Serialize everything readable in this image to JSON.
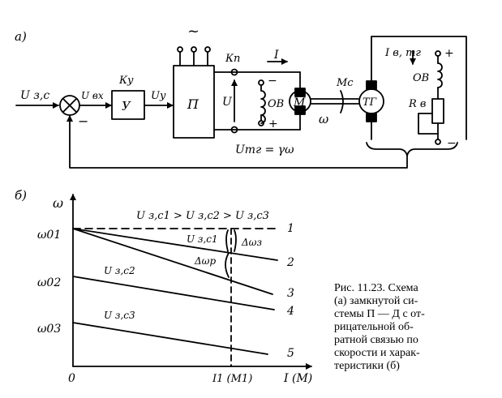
{
  "figure": {
    "panel_a_label": "а)",
    "panel_b_label": "б)",
    "caption_lines": [
      "Рис. 11.23. Схема",
      "(а) замкнутой си-",
      "стемы П — Д с от-",
      "рицательной об-",
      "ратной связью по",
      "скорости и харак-",
      "теристики (б)"
    ]
  },
  "diagram": {
    "input_label": "U з,с",
    "error_label": "U вх",
    "minus_sign": "−",
    "amplifier_gain": "Ку",
    "amplifier_block": "У",
    "amplifier_output": "Uу",
    "converter_block": "П",
    "ac_supply": "~",
    "converter_switch": "Кп",
    "current_label": "I",
    "voltage_label": "U",
    "motor_field": "ОВ",
    "motor_field_minus": "−",
    "motor_field_plus": "+",
    "motor": "М",
    "load_torque": "Мс",
    "speed_label": "ω",
    "tacho": "ТГ",
    "tacho_field_current": "I в, тг",
    "tacho_field": "ОВ",
    "tacho_field_plus": "+",
    "tacho_field_minus": "−",
    "tacho_rheostat": "R в",
    "feedback_voltage": "Uтг = γω"
  },
  "chart_data": {
    "type": "line",
    "y_axis_label": "ω",
    "x_axis_label": "I (M)",
    "origin_label": "0",
    "y_ticks": [
      "ω01",
      "ω02",
      "ω03"
    ],
    "x_marker_label": "I1 (M1)",
    "relation_label": "U з,с1 > U з,с2 > U з,с3",
    "delta_labels": [
      "Δωз",
      "Δωр"
    ],
    "series": [
      {
        "name": "1",
        "label": "",
        "start_level": "ω01",
        "slope": 0
      },
      {
        "name": "2",
        "label": "U з,с1",
        "start_level": "ω01",
        "slope": "small"
      },
      {
        "name": "3",
        "label": "",
        "start_level": "ω01",
        "slope": "large"
      },
      {
        "name": "4",
        "label": "U з,с2",
        "start_level": "ω02",
        "slope": "small"
      },
      {
        "name": "5",
        "label": "U з,с3",
        "start_level": "ω03",
        "slope": "small"
      }
    ]
  }
}
